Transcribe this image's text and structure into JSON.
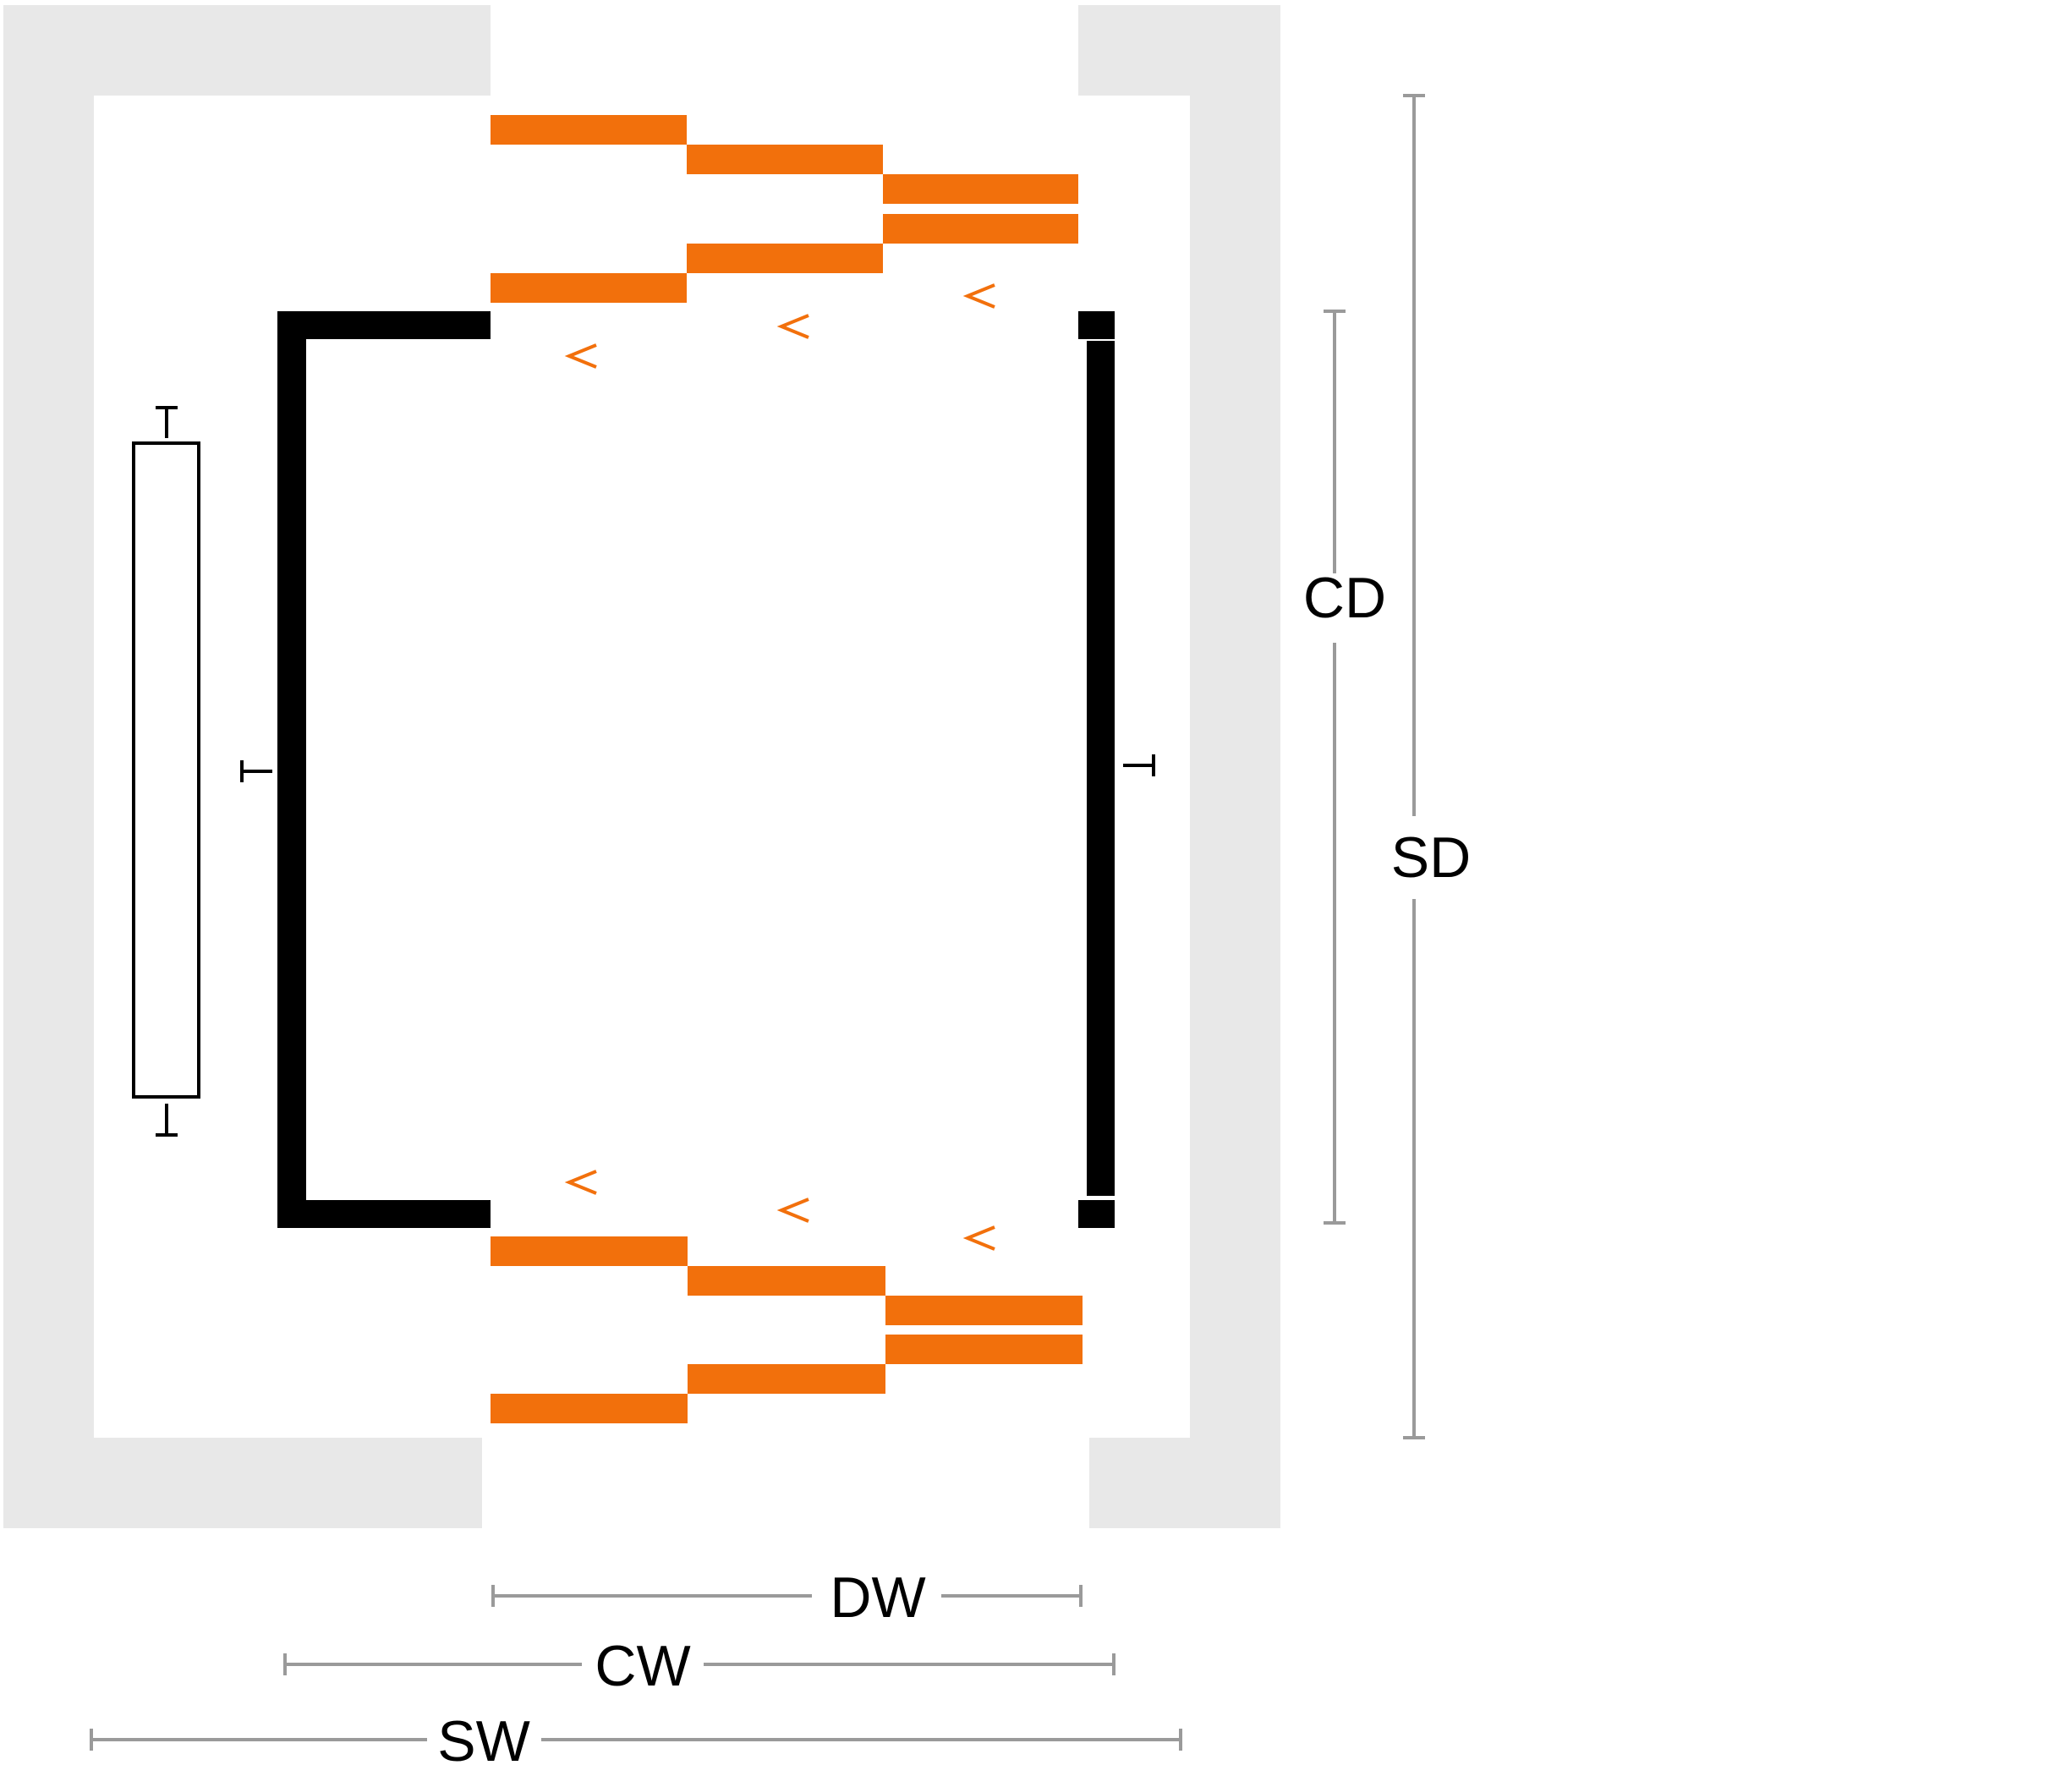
{
  "labels": {
    "cd": "CD",
    "sd": "SD",
    "dw": "DW",
    "cw": "CW",
    "sw": "SW"
  },
  "colors": {
    "shaft": "#e8e8e8",
    "car": "#000000",
    "door": "#f2700c",
    "dimension": "#9a9a9a",
    "text": "#000000"
  }
}
